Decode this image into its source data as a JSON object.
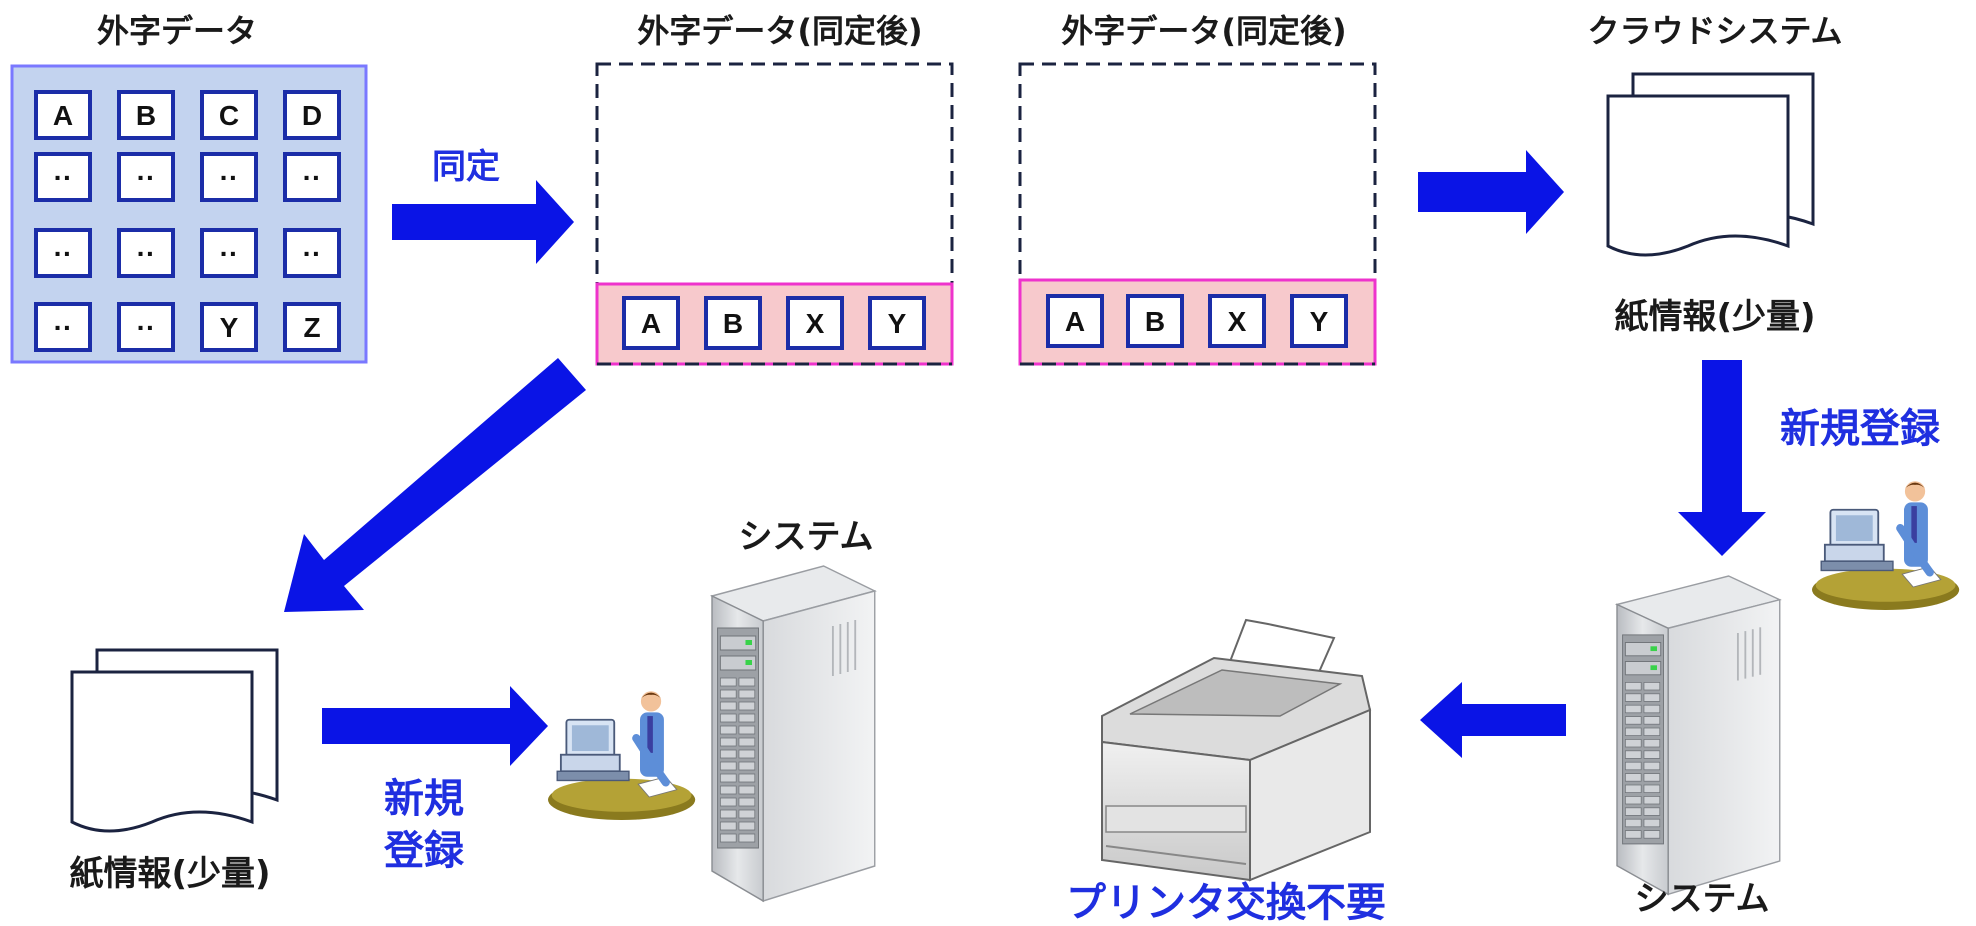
{
  "labels": {
    "source_data_title": "外字データ",
    "identified_data_title_1": "外字データ(同定後)",
    "identified_data_title_2": "外字データ(同定後)",
    "cloud_system_title": "クラウドシステム",
    "paper_info_small_right": "紙情報(少量)",
    "paper_info_small_left": "紙情報(少量)",
    "system_left": "システム",
    "system_right": "システム",
    "printer_caption": "プリンタ交換不要"
  },
  "actions": {
    "identify": "同定",
    "new_registration_right": "新規登録",
    "new_registration_left_line1": "新規",
    "new_registration_left_line2": "登録"
  },
  "grid": {
    "rows": [
      [
        "A",
        "B",
        "C",
        "D"
      ],
      [
        "··",
        "··",
        "··",
        "··"
      ],
      [
        "··",
        "··",
        "··",
        "··"
      ],
      [
        "··",
        "··",
        "Y",
        "Z"
      ]
    ]
  },
  "identified_chars_1": [
    "A",
    "B",
    "X",
    "Y"
  ],
  "identified_chars_2": [
    "A",
    "B",
    "X",
    "Y"
  ],
  "colors": {
    "arrow_blue": "#0a14e6",
    "grid_bg": "#c3d3ef",
    "grid_border": "#7a78ff",
    "strip_fill": "#f7c9cc",
    "strip_border": "#ee33cc",
    "cell_border": "#1b2da8"
  }
}
